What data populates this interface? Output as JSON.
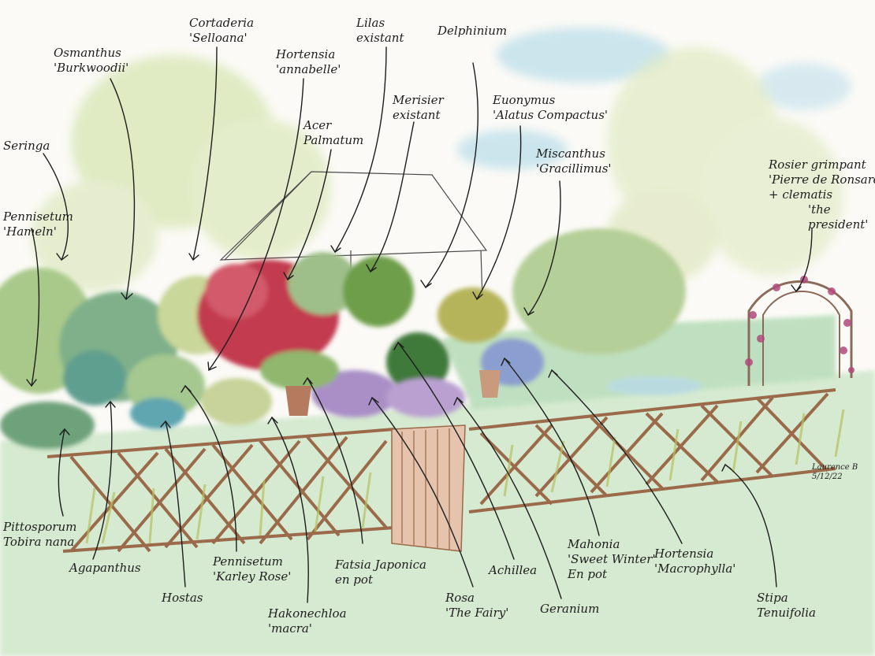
{
  "labels": {
    "seringa": [
      "Seringa"
    ],
    "pennisetum_hameln": [
      "Pennisetum",
      "'Hameln'"
    ],
    "osmanthus": [
      "Osmanthus",
      "'Burkwoodii'"
    ],
    "cortaderia": [
      "Cortaderia",
      "'Selloana'"
    ],
    "hortensia_annabelle": [
      "Hortensia",
      "'annabelle'"
    ],
    "lilas": [
      "Lilas",
      "existant"
    ],
    "delphinium": [
      "Delphinium"
    ],
    "acer": [
      "Acer",
      "Palmatum"
    ],
    "merisier": [
      "Merisier",
      "existant"
    ],
    "euonymus": [
      "Euonymus",
      "'Alatus Compactus'"
    ],
    "miscanthus": [
      "Miscanthus",
      "'Gracillimus'"
    ],
    "rosier": [
      "Rosier grimpant",
      "'Pierre de Ronsard'",
      "+ clematis",
      "'the",
      "president'"
    ],
    "pittosporum": [
      "Pittosporum",
      "Tobira nana"
    ],
    "agapanthus": [
      "Agapanthus"
    ],
    "hostas": [
      "Hostas"
    ],
    "pennisetum_karley": [
      "Pennisetum",
      "'Karley Rose'"
    ],
    "hakonechloa": [
      "Hakonechloa",
      "'macra'"
    ],
    "fatsia": [
      "Fatsia Japonica",
      "en pot"
    ],
    "rosa": [
      "Rosa",
      "'The Fairy'"
    ],
    "achillea": [
      "Achillea"
    ],
    "geranium": [
      "Geranium"
    ],
    "mahonia": [
      "Mahonia",
      "'Sweet Winter'",
      "En pot"
    ],
    "hortensia_macrophylla": [
      "Hortensia",
      "'Macrophylla'"
    ],
    "stipa": [
      "Stipa",
      "Tenuifolia"
    ]
  },
  "signature": [
    "Laurence B",
    "5/12/22"
  ],
  "colors": {
    "ink": "#1d1d1d",
    "paper": "#fbfaf6",
    "sky": "#bfe0ea",
    "foliage_light": "#cfe0a8",
    "foliage_mid": "#8db86a",
    "foliage_dark": "#4f8a4a",
    "acer_red": "#c23a4f",
    "lawn": "#cfe6c2",
    "fence_wood": "#9a6a4a",
    "grass_yellow": "#c9c46a"
  }
}
